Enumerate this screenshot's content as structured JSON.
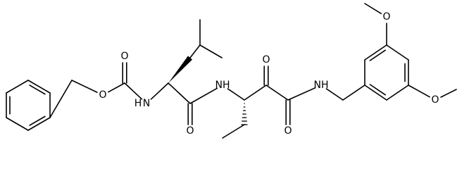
{
  "molecule": {
    "atoms": [
      {
        "id": "ph1",
        "el": "C"
      },
      {
        "id": "ph2",
        "el": "C"
      },
      {
        "id": "ph3",
        "el": "C"
      },
      {
        "id": "ph4",
        "el": "C"
      },
      {
        "id": "ph5",
        "el": "C"
      },
      {
        "id": "ph6",
        "el": "C"
      },
      {
        "id": "ch2bn",
        "el": "C"
      },
      {
        "id": "o_ester",
        "el": "O",
        "label": "O"
      },
      {
        "id": "c_carb",
        "el": "C"
      },
      {
        "id": "o_carb",
        "el": "O",
        "label": "O"
      },
      {
        "id": "n1",
        "el": "N",
        "label": "N",
        "sublabel": "H"
      },
      {
        "id": "ca_leu",
        "el": "C"
      },
      {
        "id": "cb_leu",
        "el": "C"
      },
      {
        "id": "cg_leu",
        "el": "C"
      },
      {
        "id": "cd1_leu",
        "el": "C"
      },
      {
        "id": "cd2_leu",
        "el": "C"
      },
      {
        "id": "c_leu",
        "el": "C"
      },
      {
        "id": "o_leu",
        "el": "O",
        "label": "O"
      },
      {
        "id": "n2",
        "el": "N",
        "label": "N",
        "sublabel": "H"
      },
      {
        "id": "ca_2",
        "el": "C"
      },
      {
        "id": "cb_2",
        "el": "C"
      },
      {
        "id": "cg_2",
        "el": "C"
      },
      {
        "id": "c_keto",
        "el": "C"
      },
      {
        "id": "o_keto",
        "el": "O",
        "label": "O"
      },
      {
        "id": "c_amide",
        "el": "C"
      },
      {
        "id": "o_amide",
        "el": "O",
        "label": "O"
      },
      {
        "id": "n3",
        "el": "N",
        "label": "N",
        "sublabel": "H"
      },
      {
        "id": "ch2_ar",
        "el": "C"
      },
      {
        "id": "ar1",
        "el": "C"
      },
      {
        "id": "ar2",
        "el": "C"
      },
      {
        "id": "ar3",
        "el": "C"
      },
      {
        "id": "ar4",
        "el": "C"
      },
      {
        "id": "ar5",
        "el": "C"
      },
      {
        "id": "ar6",
        "el": "C"
      },
      {
        "id": "o_me1",
        "el": "O",
        "label": "O"
      },
      {
        "id": "me1",
        "el": "C"
      },
      {
        "id": "o_me2",
        "el": "O",
        "label": "O"
      },
      {
        "id": "me2",
        "el": "C"
      }
    ],
    "bonds": [
      {
        "a": "ph1",
        "b": "ph2",
        "order": 2
      },
      {
        "a": "ph2",
        "b": "ph3",
        "order": 1
      },
      {
        "a": "ph3",
        "b": "ph4",
        "order": 2
      },
      {
        "a": "ph4",
        "b": "ph5",
        "order": 1
      },
      {
        "a": "ph5",
        "b": "ph6",
        "order": 2
      },
      {
        "a": "ph6",
        "b": "ph1",
        "order": 1
      },
      {
        "a": "ph2",
        "b": "ch2bn",
        "order": 1
      },
      {
        "a": "ch2bn",
        "b": "o_ester",
        "order": 1
      },
      {
        "a": "o_ester",
        "b": "c_carb",
        "order": 1
      },
      {
        "a": "c_carb",
        "b": "o_carb",
        "order": 2
      },
      {
        "a": "c_carb",
        "b": "n1",
        "order": 1
      },
      {
        "a": "n1",
        "b": "ca_leu",
        "order": 1
      },
      {
        "a": "ca_leu",
        "b": "cb_leu",
        "order": 1,
        "stereo": "wedge"
      },
      {
        "a": "cb_leu",
        "b": "cg_leu",
        "order": 1
      },
      {
        "a": "cg_leu",
        "b": "cd1_leu",
        "order": 1
      },
      {
        "a": "cg_leu",
        "b": "cd2_leu",
        "order": 1
      },
      {
        "a": "ca_leu",
        "b": "c_leu",
        "order": 1
      },
      {
        "a": "c_leu",
        "b": "o_leu",
        "order": 2
      },
      {
        "a": "c_leu",
        "b": "n2",
        "order": 1
      },
      {
        "a": "n2",
        "b": "ca_2",
        "order": 1
      },
      {
        "a": "ca_2",
        "b": "cb_2",
        "order": 1,
        "stereo": "hash"
      },
      {
        "a": "cb_2",
        "b": "cg_2",
        "order": 1
      },
      {
        "a": "ca_2",
        "b": "c_keto",
        "order": 1
      },
      {
        "a": "c_keto",
        "b": "o_keto",
        "order": 2
      },
      {
        "a": "c_keto",
        "b": "c_amide",
        "order": 1
      },
      {
        "a": "c_amide",
        "b": "o_amide",
        "order": 2
      },
      {
        "a": "c_amide",
        "b": "n3",
        "order": 1
      },
      {
        "a": "n3",
        "b": "ch2_ar",
        "order": 1
      },
      {
        "a": "ch2_ar",
        "b": "ar1",
        "order": 1
      },
      {
        "a": "ar1",
        "b": "ar2",
        "order": 2
      },
      {
        "a": "ar2",
        "b": "ar3",
        "order": 1
      },
      {
        "a": "ar3",
        "b": "ar4",
        "order": 2
      },
      {
        "a": "ar4",
        "b": "ar5",
        "order": 1
      },
      {
        "a": "ar5",
        "b": "ar6",
        "order": 2
      },
      {
        "a": "ar6",
        "b": "ar1",
        "order": 1
      },
      {
        "a": "ar3",
        "b": "o_me1",
        "order": 1
      },
      {
        "a": "o_me1",
        "b": "me1",
        "order": 1
      },
      {
        "a": "ar5",
        "b": "o_me2",
        "order": 1
      },
      {
        "a": "o_me2",
        "b": "me2",
        "order": 1
      }
    ]
  }
}
